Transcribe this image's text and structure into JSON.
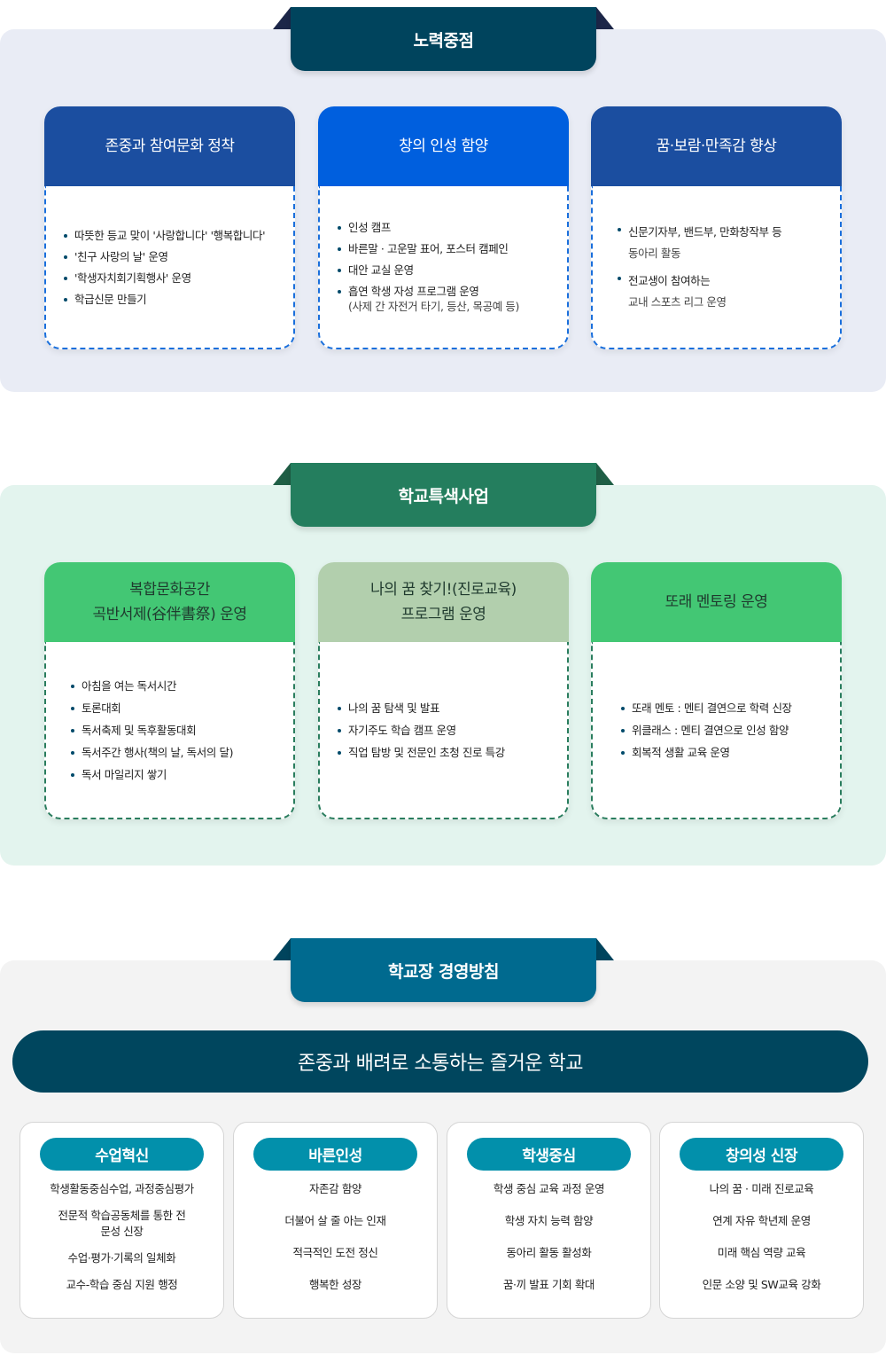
{
  "sections": {
    "focus": {
      "title": "노력중점",
      "colors": {
        "tab": "#00445d",
        "panel": "#e9ecf5",
        "card_head_primary": "#1b4ea0",
        "card_head_accent": "#005fde",
        "dashed_border": "#1a6fdc"
      },
      "cards": [
        {
          "title": "존중과 참여문화 정착",
          "items": [
            {
              "text": "따뜻한 등교 맞이 '사랑합니다' '행복합니다'"
            },
            {
              "text": "'친구 사랑의 날' 운영"
            },
            {
              "text": "'학생자치회기획행사' 운영"
            },
            {
              "text": "학급신문 만들기"
            }
          ]
        },
        {
          "title": "창의 인성 함양",
          "items": [
            {
              "text": "인성 캠프"
            },
            {
              "text": "바른말 · 고운말 표어, 포스터 캠페인"
            },
            {
              "text": "대안 교실 운영"
            },
            {
              "text": "흡연 학생 자성 프로그램 운영",
              "sub": "(사제 간 자전거 타기, 등산, 목공예 등)"
            }
          ]
        },
        {
          "title": "꿈·보람·만족감 향상",
          "items": [
            {
              "text": "신문기자부, 밴드부, 만화창작부 등",
              "sub": "동아리 활동"
            },
            {
              "text": "전교생이 참여하는",
              "sub": "교내 스포츠 리그 운영"
            }
          ]
        }
      ]
    },
    "special": {
      "title": "학교특색사업",
      "colors": {
        "tab": "#247e5e",
        "panel": "#e3f4ee",
        "card_head_primary": "#43c774",
        "card_head_accent": "#b2cfad",
        "dashed_border": "#2a7d5e"
      },
      "cards": [
        {
          "title_line1": "복합문화공간",
          "title_line2": "곡반서제(谷伴書祭) 운영",
          "items": [
            {
              "text": "아침을 여는 독서시간"
            },
            {
              "text": "토론대회"
            },
            {
              "text": "독서축제 및 독후활동대회"
            },
            {
              "text": "독서주간 행사(책의 날, 독서의 달)"
            },
            {
              "text": "독서 마일리지 쌓기"
            }
          ]
        },
        {
          "title_line1": "나의 꿈 찾기!(진로교육)",
          "title_line2": "프로그램 운영",
          "items": [
            {
              "text": "나의 꿈 탐색 및 발표"
            },
            {
              "text": "자기주도 학습 캠프 운영"
            },
            {
              "text": "직업 탐방 및 전문인 초청 진로 특강"
            }
          ]
        },
        {
          "title_line1": "또래 멘토링 운영",
          "title_line2": "",
          "items": [
            {
              "text": "또래 멘토 : 멘티 결연으로 학력 신장"
            },
            {
              "text": "위클래스 : 멘티 결연으로 인성 함양"
            },
            {
              "text": "회복적 생활 교육 운영"
            }
          ]
        }
      ]
    },
    "management": {
      "title": "학교장 경영방침",
      "vision": "존중과 배려로 소통하는 즐거운 학교",
      "colors": {
        "tab": "#006a8f",
        "panel": "#f3f3f3",
        "vision_bg": "#00465e",
        "pill": "#0290ab"
      },
      "policies": [
        {
          "title": "수업혁신",
          "items": [
            "학생활동중심수업, 과정중심평가",
            "전문적 학습공동체를 통한 전문성 신장",
            "수업·평가·기록의 일체화",
            "교수-학습 중심 지원 행정"
          ]
        },
        {
          "title": "바른인성",
          "items": [
            "자존감 함양",
            "더불어 살 줄 아는 인재",
            "적극적인 도전 정신",
            "행복한 성장"
          ]
        },
        {
          "title": "학생중심",
          "items": [
            "학생 중심 교육 과정 운영",
            "학생 자치 능력 함양",
            "동아리 활동 활성화",
            "꿈·끼 발표 기회 확대"
          ]
        },
        {
          "title": "창의성 신장",
          "items": [
            "나의 꿈 · 미래 진로교육",
            "연계 자유 학년제 운영",
            "미래 핵심 역량 교육",
            "인문 소양 및 SW교육 강화"
          ]
        }
      ]
    }
  }
}
